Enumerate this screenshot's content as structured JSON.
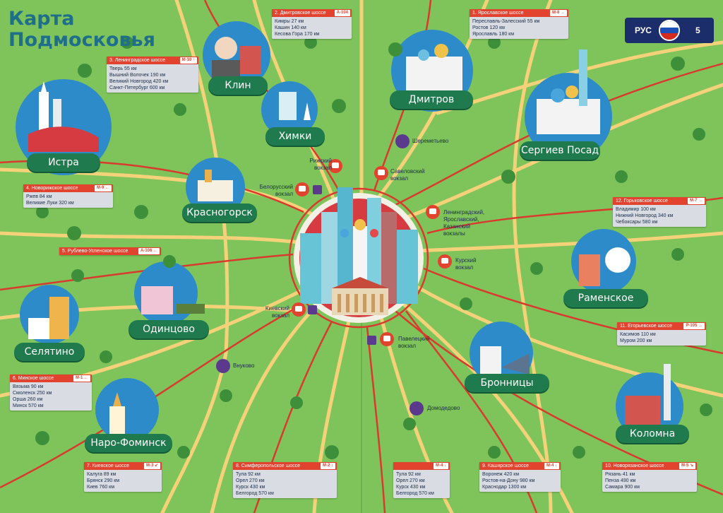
{
  "title": {
    "line1": "Карта",
    "line2": "Подмосковья"
  },
  "lang": {
    "code": "РУС",
    "page": "5"
  },
  "colors": {
    "grass": "#7ec45a",
    "road_red": "#d93a2e",
    "road_yellow": "#f5d27a",
    "city_label": "#1f7a4d",
    "header_red": "#e2432f",
    "airport": "#5b3a8e"
  },
  "highways": [
    {
      "name": "1. Ярославское шоссе",
      "route": "М-8",
      "arrow": "→",
      "destinations": [
        "Переславль-Залесский 55 км",
        "Ростов 120 км",
        "Ярославль 180 км"
      ]
    },
    {
      "name": "2. Дмитровское шоссе",
      "route": "А-104",
      "arrow": "",
      "destinations": [
        "Кимры 27 км",
        "Кашин 140 км",
        "Кесова Гора 170 км"
      ]
    },
    {
      "name": "3. Ленинградское шоссе",
      "route": "М-10",
      "arrow": "↑",
      "destinations": [
        "Тверь 55 км",
        "Вышний Волочек 190 км",
        "Великий Новгород 420 км",
        "Санкт-Петербург 600 км"
      ]
    },
    {
      "name": "4. Новорижское шоссе",
      "route": "М-9",
      "arrow": "←",
      "destinations": [
        "Ржев 84 км",
        "Великие Луки 320 км"
      ]
    },
    {
      "name": "5. Рублево-Успенское шоссе",
      "route": "А-106",
      "arrow": "←",
      "destinations": []
    },
    {
      "name": "6. Минское шоссе",
      "route": "М-1",
      "arrow": "←",
      "destinations": [
        "Вязьма 90 км",
        "Смоленск 250 км",
        "Орша 260 км",
        "Минск 570 км"
      ]
    },
    {
      "name": "7. Киевское шоссе",
      "route": "М-3",
      "arrow": "↙",
      "destinations": [
        "Калуга 89 км",
        "Брянск 290 км",
        "Киев 760 км"
      ]
    },
    {
      "name": "8. Симферопольское шоссе",
      "route": "М-2",
      "arrow": "↓",
      "destinations": [
        "Тула 92 км",
        "Орел 270 км",
        "Курск 430 км",
        "Белгород 570 км"
      ]
    },
    {
      "name": "",
      "route": "М-4",
      "arrow": "↓",
      "destinations": [
        "Тула 92 км",
        "Орел 270 км",
        "Курск 430 км",
        "Белгород 570 км"
      ]
    },
    {
      "name": "9. Каширское шоссе",
      "route": "М-4",
      "arrow": "↓",
      "destinations": [
        "Воронеж 420 км",
        "Ростов-на-Дону 980 км",
        "Краснодар 1300 км"
      ]
    },
    {
      "name": "10. Новорязанское шоссе",
      "route": "М-5",
      "arrow": "↘",
      "destinations": [
        "Рязань 41 км",
        "Пенза 490 км",
        "Самара 900 км"
      ]
    },
    {
      "name": "11. Егорьевское шоссе",
      "route": "Р-105",
      "arrow": "→",
      "destinations": [
        "Касимов 110 км",
        "Муром 200 км"
      ]
    },
    {
      "name": "12. Горьковское шоссе",
      "route": "М-7",
      "arrow": "→",
      "destinations": [
        "Владимир 100 км",
        "Нижний Новгород 340 км",
        "Чебоксары 580 км"
      ]
    }
  ],
  "cities": {
    "klin": "Клин",
    "khimki": "Химки",
    "istra": "Истра",
    "krasnogorsk": "Красногорск",
    "dmitrov": "Дмитров",
    "sergiev_posad": "Сергиев Посад",
    "ramenskoe": "Раменское",
    "selyatino": "Селятино",
    "odintsovo": "Одинцово",
    "naro_fominsk": "Наро-Фоминск",
    "bronnitsy": "Бронницы",
    "kolomna": "Коломна"
  },
  "stations": {
    "rizhsky": "Рижский вокзал",
    "savelovsky": "Савеловский вокзал",
    "belorussky": "Белорусский вокзал",
    "leningradsky": [
      "Ленинградский,",
      "Ярославский,",
      "Казанский",
      "вокзалы"
    ],
    "kursky": "Курский вокзал",
    "kievsky": "Киевский вокзал",
    "paveletsky": "Павелецкий вокзал"
  },
  "airports": {
    "sheremetyevo": "Шереметьево",
    "vnukovo": "Внуково",
    "domodedovo": "Домодедово"
  }
}
